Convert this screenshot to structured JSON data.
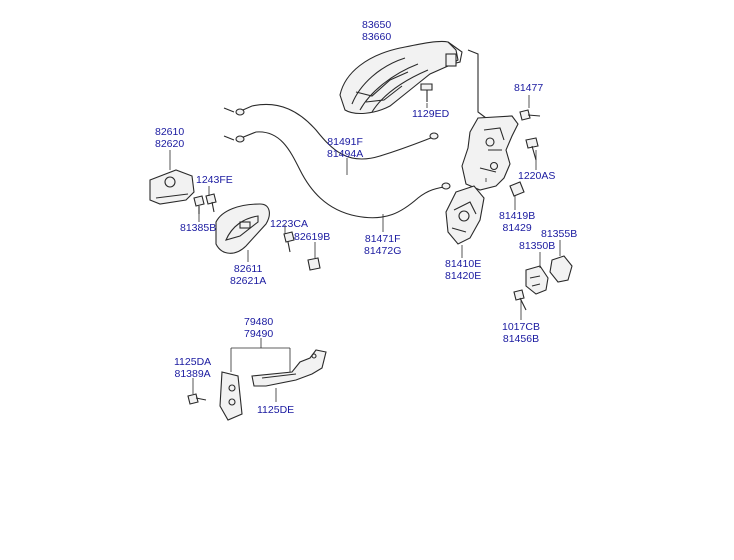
{
  "labels": {
    "l_83650": [
      "83650",
      "83660"
    ],
    "l_1129ED": [
      "1129ED"
    ],
    "l_81477": [
      "81477"
    ],
    "l_82610": [
      "82610",
      "82620"
    ],
    "l_1243FE": [
      "1243FE"
    ],
    "l_81385B": [
      "81385B"
    ],
    "l_81491F": [
      "81491F",
      "81494A"
    ],
    "l_1220AS": [
      "1220AS"
    ],
    "l_1223CA": [
      "1223CA"
    ],
    "l_82619B": [
      "82619B"
    ],
    "l_81471F": [
      "81471F",
      "81472G"
    ],
    "l_81419B": [
      "81419B",
      "81429"
    ],
    "l_81355B": [
      "81355B"
    ],
    "l_81350B": [
      "81350B"
    ],
    "l_82611": [
      "82611",
      "82621A"
    ],
    "l_81410E": [
      "81410E",
      "81420E"
    ],
    "l_1017CB": [
      "1017CB",
      "81456B"
    ],
    "l_79480": [
      "79480",
      "79490"
    ],
    "l_1125DA": [
      "1125DA",
      "81389A"
    ],
    "l_1125DE": [
      "1125DE"
    ]
  },
  "colors": {
    "label_text": "#1a1aa0",
    "line": "#2a2a2a"
  }
}
